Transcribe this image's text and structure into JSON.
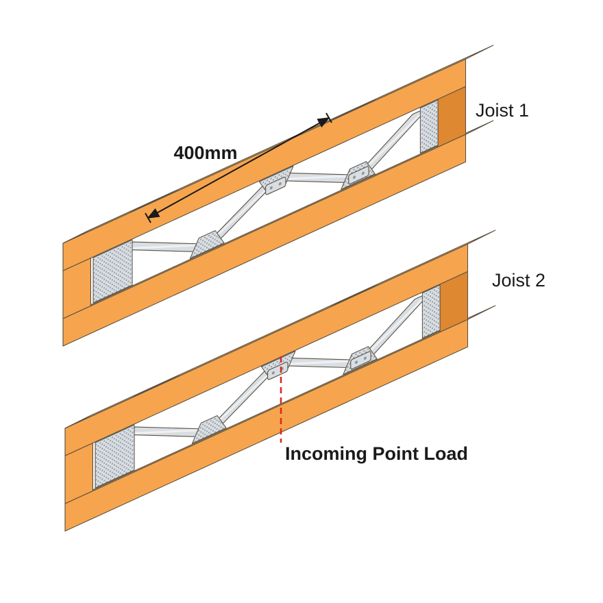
{
  "figure": {
    "labels": {
      "joist1": "Joist 1",
      "joist2": "Joist 2",
      "dimension": "400mm",
      "point_load": "Incoming Point Load"
    },
    "colors": {
      "background": "#ffffff",
      "timber_front": "#f6a54e",
      "timber_top": "#f9bc69",
      "timber_end": "#de8832",
      "timber_inner": "#c97c2b",
      "steel": "#d9dee3",
      "steel_light": "#eef1f4",
      "steel_dark": "#8e979f",
      "outline": "#5b5141",
      "dimension_line": "#1a1a1a",
      "load_line": "#d92b21",
      "text": "#1a1a1a"
    }
  }
}
